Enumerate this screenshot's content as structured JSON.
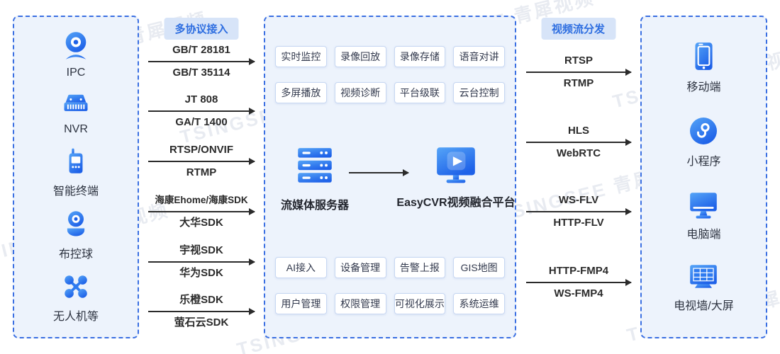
{
  "watermark": "TSINGSEE 青犀视频",
  "colors": {
    "accent_blue": "#2e6ee0",
    "panel_bg": "#edf3fc",
    "badge_bg": "#d7e4f8",
    "icon_gradient_start": "#55a4f7",
    "icon_gradient_end": "#1e61e8",
    "arrow_ink": "#2b2b2b",
    "chip_border": "#c7d7f2",
    "chip_text": "#333a4e"
  },
  "left_panel": {
    "items": [
      {
        "label": "IPC",
        "icon": "ipc-camera-icon"
      },
      {
        "label": "NVR",
        "icon": "nvr-icon"
      },
      {
        "label": "智能终端",
        "icon": "smart-terminal-icon"
      },
      {
        "label": "布控球",
        "icon": "ptz-dome-icon"
      },
      {
        "label": "无人机等",
        "icon": "drone-icon"
      }
    ]
  },
  "protocol_access": {
    "title": "多协议接入",
    "arrows": [
      {
        "top": "GB/T 28181",
        "bottom": "GB/T 35114"
      },
      {
        "top": "JT 808",
        "bottom": "GA/T 1400"
      },
      {
        "top": "RTSP/ONVIF",
        "bottom": "RTMP"
      },
      {
        "top": "海康Ehome/海康SDK",
        "bottom": "大华SDK"
      },
      {
        "top": "宇视SDK",
        "bottom": "华为SDK"
      },
      {
        "top": "乐橙SDK",
        "bottom": "萤石云SDK"
      }
    ]
  },
  "platform": {
    "top_features": [
      "实时监控",
      "录像回放",
      "录像存储",
      "语音对讲",
      "多屏播放",
      "视频诊断",
      "平台级联",
      "云台控制"
    ],
    "server_label": "流媒体服务器",
    "platform_label": "EasyCVR视频融合平台",
    "bottom_features": [
      "AI接入",
      "设备管理",
      "告警上报",
      "GIS地图",
      "用户管理",
      "权限管理",
      "可视化展示",
      "系统运维"
    ]
  },
  "distribution": {
    "title": "视频流分发",
    "arrows": [
      {
        "top": "RTSP",
        "bottom": "RTMP"
      },
      {
        "top": "HLS",
        "bottom": "WebRTC"
      },
      {
        "top": "WS-FLV",
        "bottom": "HTTP-FLV"
      },
      {
        "top": "HTTP-FMP4",
        "bottom": "WS-FMP4"
      }
    ]
  },
  "right_panel": {
    "items": [
      {
        "label": "移动端",
        "icon": "mobile-phone-icon"
      },
      {
        "label": "小程序",
        "icon": "mini-program-icon"
      },
      {
        "label": "电脑端",
        "icon": "desktop-monitor-icon"
      },
      {
        "label": "电视墙/大屏",
        "icon": "tv-wall-icon"
      }
    ]
  }
}
